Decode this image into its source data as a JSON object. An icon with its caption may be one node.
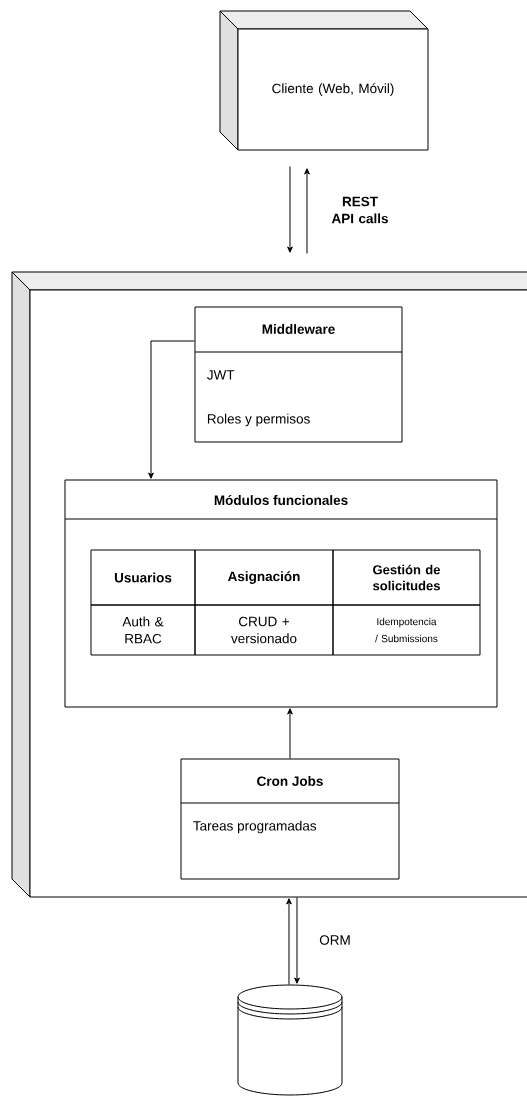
{
  "diagram": {
    "nodes": [
      {
        "text": [
          "Cliente (Web, Móvil)"
        ]
      },
      {
        "text": [],
        "shape": "box"
      },
      {
        "text": [
          "Middleware",
          "JWT",
          "Roles y permisos"
        ],
        "in": 1
      },
      {
        "text": [
          "Módulos funcionales"
        ],
        "in": 1
      },
      {
        "text": [
          "Cron Jobs",
          "Tareas programadas"
        ],
        "in": 1
      },
      {
        "text": [],
        "shape": "cylinder"
      }
    ],
    "edges": [
      {
        "from": 0,
        "to": 1,
        "arrow": "to"
      },
      {
        "from": 1,
        "to": 0,
        "arrow": "to",
        "label": "REST API calls"
      },
      {
        "from": 2,
        "to": 3,
        "arrow": "to"
      },
      {
        "from": 4,
        "to": 3,
        "arrow": "to"
      },
      {
        "from": 5,
        "to": 1,
        "arrow": "to"
      },
      {
        "from": 1,
        "to": 5,
        "arrow": "to",
        "label": "ORM"
      }
    ],
    "labels": [
      "Usuarios",
      "Asignación",
      "Gestión de solicitudes",
      "Auth & RBAC",
      "CRUD + versionado",
      "Idempotencia / Submissions"
    ]
  }
}
